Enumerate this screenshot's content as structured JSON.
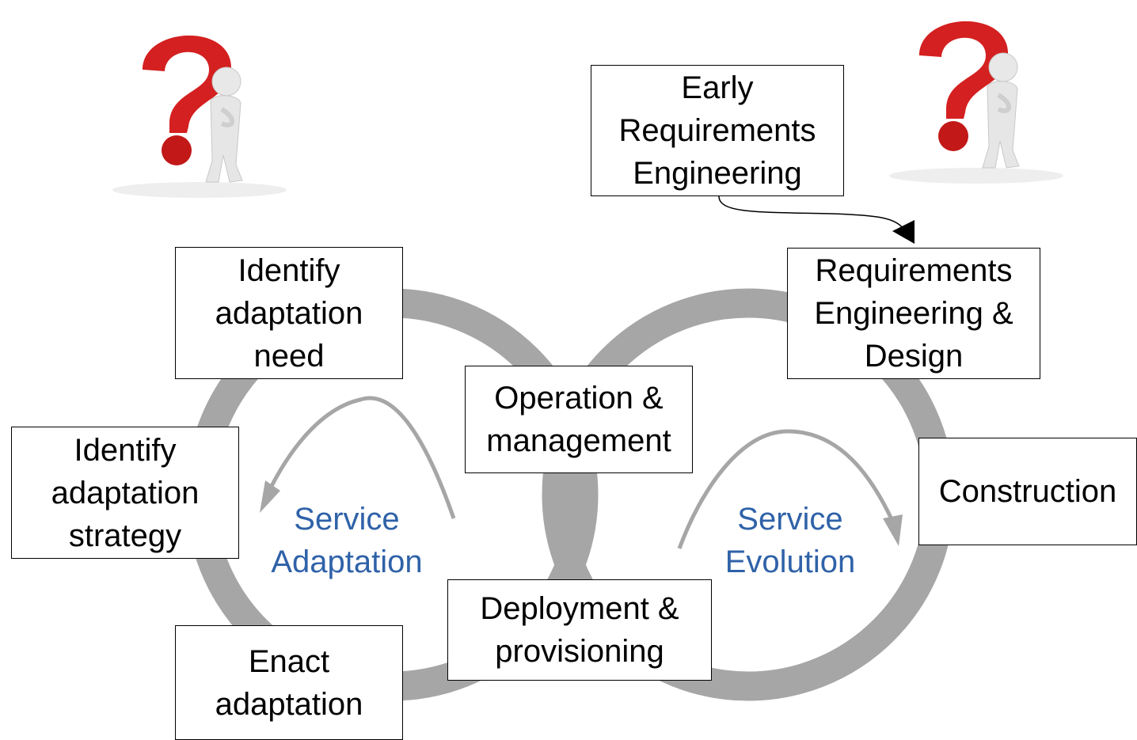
{
  "colors": {
    "ring": "#a6a6a6",
    "caption": "#2f62a8",
    "box_border": "#000000",
    "question_mark": "#d42020"
  },
  "icons": {
    "left": "question-mark-thinker",
    "right": "question-mark-thinker"
  },
  "boxes": {
    "early_req": [
      "Early",
      "Requirements",
      "Engineering"
    ],
    "req_design": [
      "Requirements",
      "Engineering &",
      "Design"
    ],
    "construction": [
      "Construction"
    ],
    "identify_need": [
      "Identify",
      "adaptation",
      "need"
    ],
    "identify_strategy": [
      "Identify",
      "adaptation",
      "strategy"
    ],
    "enact": [
      "Enact",
      "adaptation"
    ],
    "operation": [
      "Operation &",
      "management"
    ],
    "deployment": [
      "Deployment &",
      "provisioning"
    ]
  },
  "captions": {
    "adaptation": [
      "Service",
      "Adaptation"
    ],
    "evolution": [
      "Service",
      "Evolution"
    ]
  }
}
